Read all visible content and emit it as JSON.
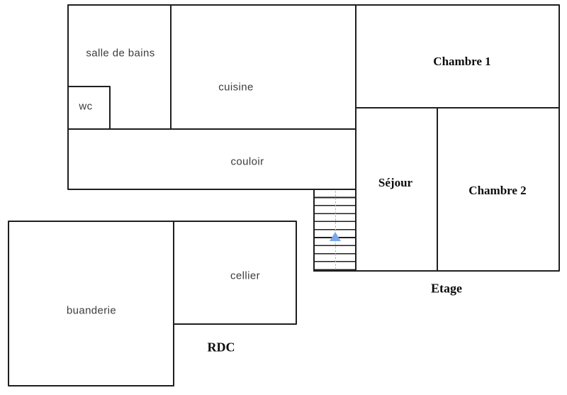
{
  "plan": {
    "title": "floor-plan",
    "colors": {
      "background": "#ffffff",
      "walls": "#1f1f1f",
      "room_labels": "#3c3c3c",
      "floor_labels": "#0d0d0d",
      "stair_arrow": "#7ba7e9"
    },
    "etage": {
      "floor_label": "Etage",
      "rooms": {
        "salle_de_bains": "salle de bains",
        "wc": "wc",
        "cuisine": "cuisine",
        "couloir": "couloir",
        "chambre1": "Chambre 1",
        "sejour": "Séjour",
        "chambre2": "Chambre 2"
      },
      "stairs": {
        "steps": 10,
        "direction": "up"
      }
    },
    "rdc": {
      "floor_label": "RDC",
      "rooms": {
        "buanderie": "buanderie",
        "cellier": "cellier"
      }
    }
  }
}
